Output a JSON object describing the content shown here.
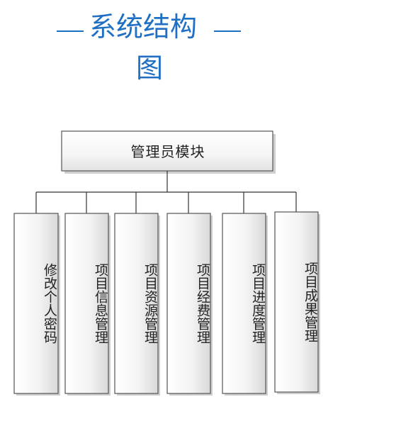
{
  "title": {
    "line1": "系统结构",
    "line2": "图",
    "color": "#1f6fc4"
  },
  "diagram": {
    "root": "管理员模块",
    "children": [
      "修改个人密码",
      "项目信息管理",
      "项目资源管理",
      "项目经费管理",
      "项目进度管理",
      "项目成果管理"
    ]
  }
}
